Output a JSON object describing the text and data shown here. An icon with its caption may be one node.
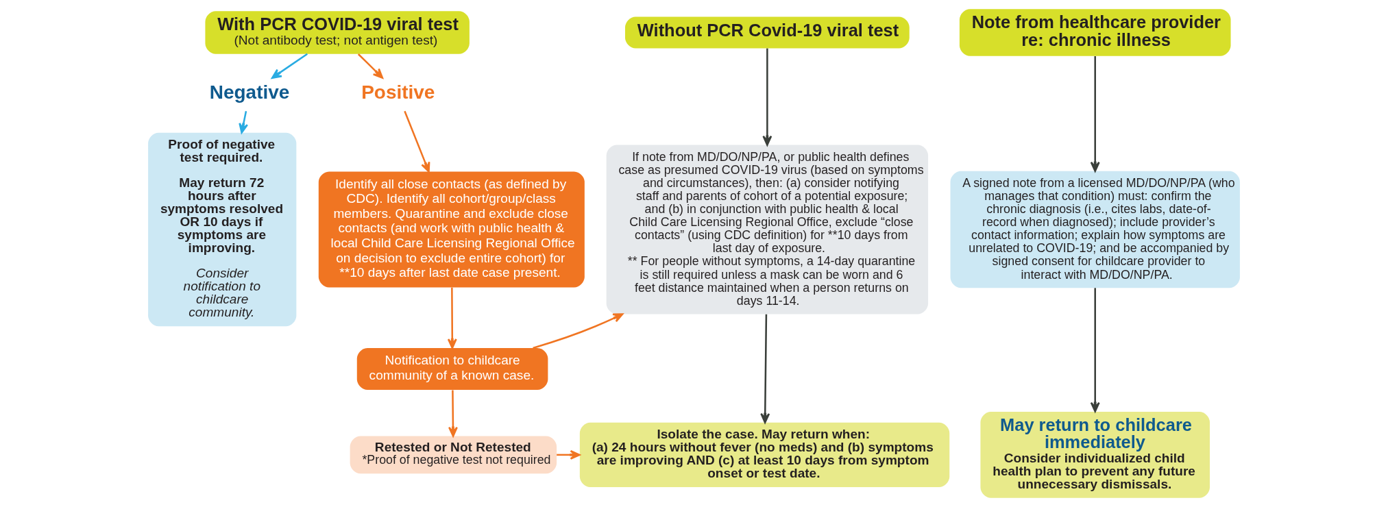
{
  "diagram": {
    "nodes": [
      {
        "text": [
          "With PCR COVID-19 viral test",
          "(Not antibody test; not antigen test)"
        ]
      },
      {
        "text": [
          "Negative"
        ]
      },
      {
        "text": [
          "Proof of negative test required.",
          "May return 72 hours after symptoms resolved OR 10 days if symptoms are improving.",
          "Consider notification to childcare community."
        ]
      },
      {
        "text": [
          "Positive"
        ]
      },
      {
        "text": [
          "Identify all close contacts (as defined by CDC). Identify all cohort/group/class members. Quarantine and exclude close contacts (and work with public health & local Child Care Licensing Regional Office on decision to exclude entire cohort) for **10 days after last date case present."
        ]
      },
      {
        "text": [
          "Notification to childcare community of a known case."
        ]
      },
      {
        "text": [
          "Retested or Not Retested",
          "*Proof of negative test not required"
        ]
      },
      {
        "text": [
          "Without PCR Covid-19 viral test"
        ]
      },
      {
        "text": [
          "If note from MD/DO/NP/PA, or public health defines case as presumed COVID-19 virus (based on symptoms and circumstances), then: (a) consider notifying staff and parents of cohort of a potential exposure; and (b) in conjunction with public health & local Child Care Licensing Regional Office, exclude “close contacts” (using CDC definition) for **10 days from last day of exposure.",
          "** For people without symptoms, a 14-day quarantine is still required unless a mask can be worn and 6 feet distance maintained when a person returns on days 11-14."
        ]
      },
      {
        "text": [
          "Isolate the case. May return when:",
          "(a) 24 hours without fever (no meds) and (b) symptoms are improving AND (c) at least 10 days from symptom onset or test date."
        ]
      },
      {
        "text": [
          "Note from healthcare provider re: chronic illness"
        ]
      },
      {
        "text": [
          "A signed note from a licensed MD/DO/NP/PA (who manages that condition) must: confirm the chronic diagnosis (i.e., cites labs, date-of-record when diagnosed); include provider’s contact information; explain how symptoms are unrelated to COVID-19; and be accompanied by signed consent for childcare provider to interact with MD/DO/NP/PA."
        ]
      },
      {
        "text": [
          "May return to childcare immediately",
          "Consider individualized child health plan to prevent any future unnecessary dismissals."
        ]
      }
    ],
    "edges": [
      {
        "from": 0,
        "to": 1,
        "arrow": "to",
        "color": "#29abe2"
      },
      {
        "from": 1,
        "to": 2,
        "arrow": "to",
        "color": "#29abe2"
      },
      {
        "from": 0,
        "to": 3,
        "arrow": "to"
      },
      {
        "from": 3,
        "to": 4,
        "arrow": "to"
      },
      {
        "from": 4,
        "to": 5,
        "arrow": "to"
      },
      {
        "from": 5,
        "to": 6,
        "arrow": "to"
      },
      {
        "from": 5,
        "to": 8,
        "arrow": "to"
      },
      {
        "from": 6,
        "to": 9,
        "arrow": "to"
      },
      {
        "from": 7,
        "to": 8,
        "arrow": "to",
        "color": "#3a3f3a"
      },
      {
        "from": 8,
        "to": 9,
        "arrow": "to",
        "color": "#3a3f3a"
      },
      {
        "from": 10,
        "to": 11,
        "arrow": "to",
        "color": "#3a3f3a"
      },
      {
        "from": 11,
        "to": 12,
        "arrow": "to",
        "color": "#3a3f3a"
      }
    ]
  }
}
